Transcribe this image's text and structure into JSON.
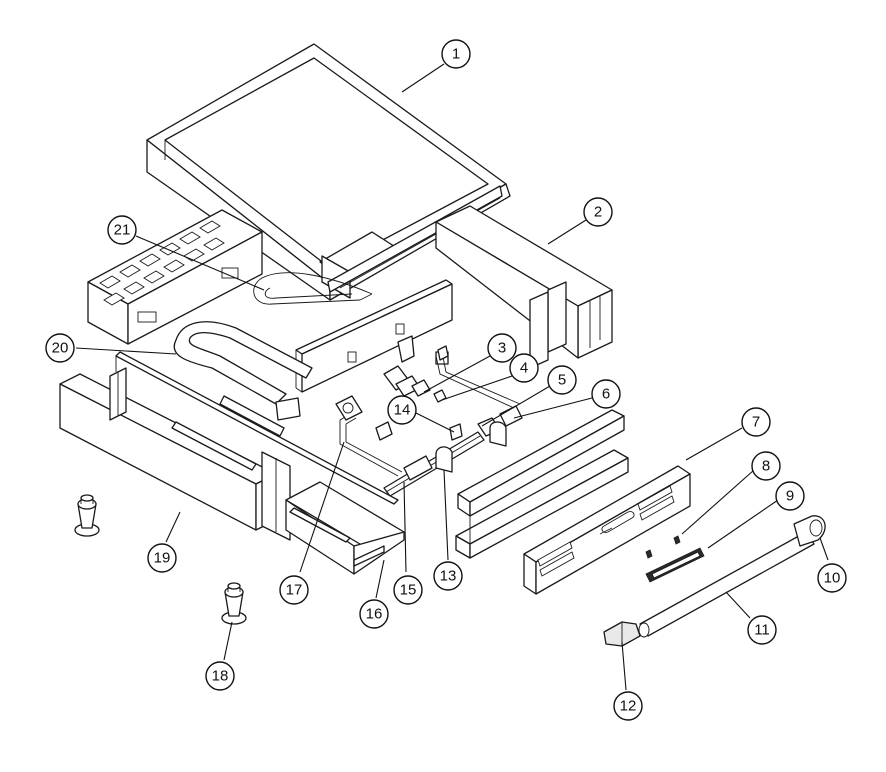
{
  "callouts": [
    {
      "label": "1"
    },
    {
      "label": "2"
    },
    {
      "label": "3"
    },
    {
      "label": "4"
    },
    {
      "label": "5"
    },
    {
      "label": "6"
    },
    {
      "label": "7"
    },
    {
      "label": "8"
    },
    {
      "label": "9"
    },
    {
      "label": "10"
    },
    {
      "label": "11"
    },
    {
      "label": "12"
    },
    {
      "label": "13"
    },
    {
      "label": "14"
    },
    {
      "label": "15"
    },
    {
      "label": "16"
    },
    {
      "label": "17"
    },
    {
      "label": "18"
    },
    {
      "label": "19"
    },
    {
      "label": "20"
    },
    {
      "label": "21"
    }
  ],
  "colors": {
    "line": "#1a1a1a",
    "background": "#ffffff"
  }
}
